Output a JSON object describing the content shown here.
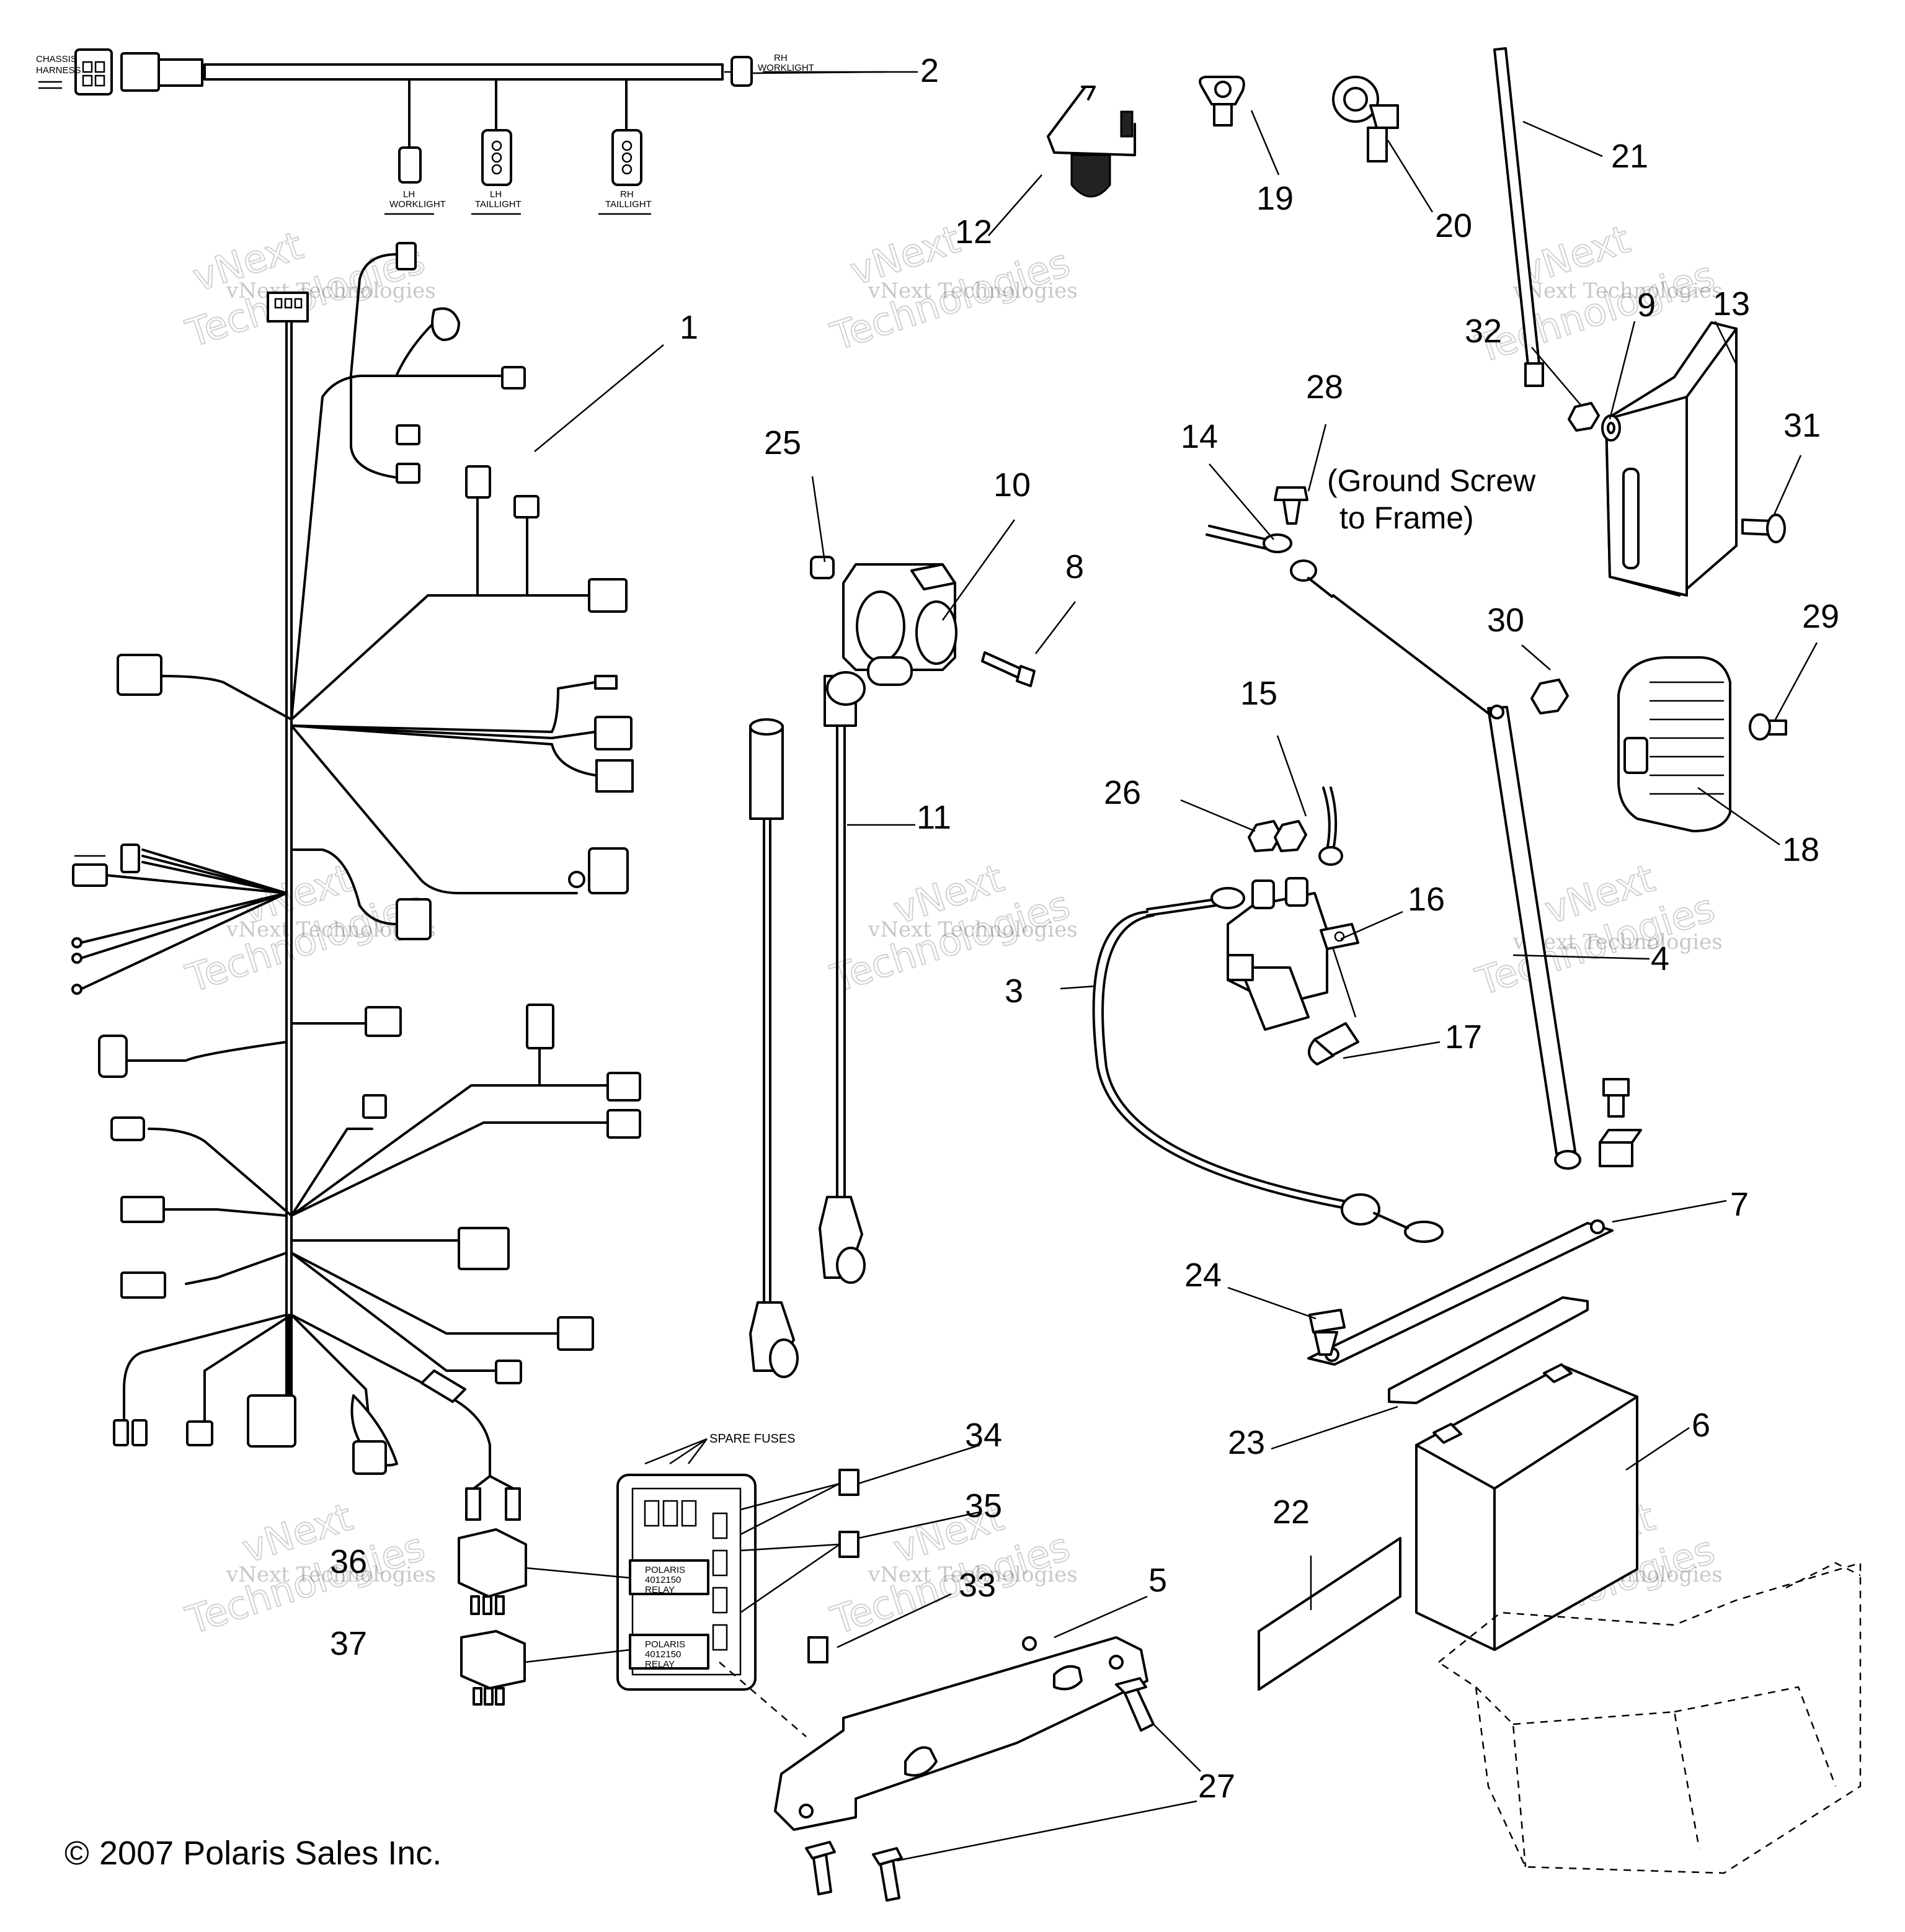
{
  "callouts": [
    {
      "id": "1",
      "label": "1"
    },
    {
      "id": "2",
      "label": "2"
    },
    {
      "id": "3",
      "label": "3"
    },
    {
      "id": "4",
      "label": "4"
    },
    {
      "id": "5",
      "label": "5"
    },
    {
      "id": "6",
      "label": "6"
    },
    {
      "id": "7",
      "label": "7"
    },
    {
      "id": "8",
      "label": "8"
    },
    {
      "id": "9",
      "label": "9"
    },
    {
      "id": "10",
      "label": "10"
    },
    {
      "id": "11",
      "label": "11"
    },
    {
      "id": "12",
      "label": "12"
    },
    {
      "id": "13",
      "label": "13"
    },
    {
      "id": "14",
      "label": "14"
    },
    {
      "id": "15",
      "label": "15"
    },
    {
      "id": "16",
      "label": "16"
    },
    {
      "id": "17",
      "label": "17"
    },
    {
      "id": "18",
      "label": "18"
    },
    {
      "id": "19",
      "label": "19"
    },
    {
      "id": "20",
      "label": "20"
    },
    {
      "id": "21",
      "label": "21"
    },
    {
      "id": "22",
      "label": "22"
    },
    {
      "id": "23",
      "label": "23"
    },
    {
      "id": "24",
      "label": "24"
    },
    {
      "id": "25",
      "label": "25"
    },
    {
      "id": "26",
      "label": "26"
    },
    {
      "id": "27",
      "label": "27"
    },
    {
      "id": "28",
      "label": "28"
    },
    {
      "id": "29",
      "label": "29"
    },
    {
      "id": "30",
      "label": "30"
    },
    {
      "id": "31",
      "label": "31"
    },
    {
      "id": "32",
      "label": "32"
    },
    {
      "id": "33",
      "label": "33"
    },
    {
      "id": "34",
      "label": "34"
    },
    {
      "id": "35",
      "label": "35"
    },
    {
      "id": "36",
      "label": "36"
    },
    {
      "id": "37",
      "label": "37"
    }
  ],
  "notes": {
    "ground_line1": "(Ground Screw",
    "ground_line2": "to Frame)",
    "spare_fuses": "SPARE FUSES",
    "relay_1_line1": "POLARIS",
    "relay_1_line2": "4012150",
    "relay_1_line3": "RELAY",
    "relay_2_line1": "POLARIS",
    "relay_2_line2": "4012150",
    "relay_2_line3": "RELAY",
    "chassis_harness_line1": "CHASSIS",
    "chassis_harness_line2": "HARNESS",
    "rh_worklight_top_line1": "RH",
    "rh_worklight_top_line2": "WORKLIGHT",
    "lh_worklight_line1": "LH",
    "lh_worklight_line2": "WORKLIGHT",
    "lh_taillight_line1": "LH",
    "lh_taillight_line2": "TAILLIGHT",
    "rh_taillight_line1": "RH",
    "rh_taillight_line2": "TAILLIGHT"
  },
  "watermark": {
    "line1": "vNext Technologies",
    "big_line1": "vNext",
    "big_line2": "Technologies"
  },
  "copyright": "2007 Polaris Sales Inc.",
  "copyright_symbol": "©"
}
